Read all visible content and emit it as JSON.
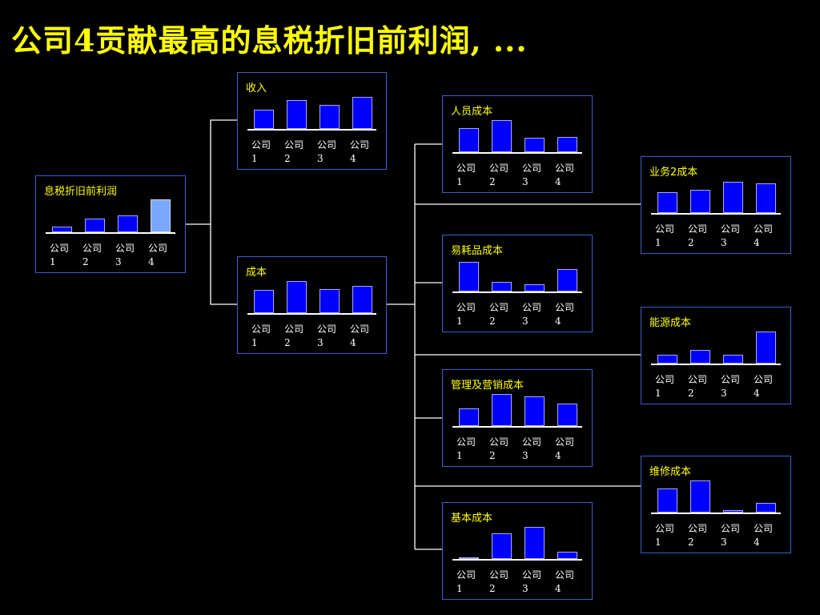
{
  "title": "公司4贡献最高的息税折旧前利润, ...",
  "colors": {
    "background": "#000000",
    "title": "#ffff00",
    "panel_title": "#ffff00",
    "bar": "#0000ff",
    "bar_highlight": "#7aa7ff",
    "panel_border": "#3a5fcd",
    "connector": "#ffffff"
  },
  "panels": [
    {
      "id": "ebitda",
      "title": "息税折旧前利润",
      "highlight": 3,
      "categories": [
        [
          "公司",
          "1"
        ],
        [
          "公司",
          "2"
        ],
        [
          "公司",
          "3"
        ],
        [
          "公司",
          "4"
        ]
      ],
      "values": [
        0.16,
        0.36,
        0.45,
        0.9
      ]
    },
    {
      "id": "revenue",
      "title": "收入",
      "categories": [
        [
          "公司",
          "1"
        ],
        [
          "公司",
          "2"
        ],
        [
          "公司",
          "3"
        ],
        [
          "公司",
          "4"
        ]
      ],
      "values": [
        0.6,
        0.9,
        0.74,
        1.0
      ]
    },
    {
      "id": "cost",
      "title": "成本",
      "categories": [
        [
          "公司",
          "1"
        ],
        [
          "公司",
          "2"
        ],
        [
          "公司",
          "3"
        ],
        [
          "公司",
          "4"
        ]
      ],
      "values": [
        0.72,
        1.0,
        0.74,
        0.85
      ]
    },
    {
      "id": "personnel",
      "title": "人员成本",
      "categories": [
        [
          "公司",
          "1"
        ],
        [
          "公司",
          "2"
        ],
        [
          "公司",
          "3"
        ],
        [
          "公司",
          "4"
        ]
      ],
      "values": [
        0.75,
        1.0,
        0.44,
        0.48
      ]
    },
    {
      "id": "consumables",
      "title": "易耗品成本",
      "categories": [
        [
          "公司",
          "1"
        ],
        [
          "公司",
          "2"
        ],
        [
          "公司",
          "3"
        ],
        [
          "公司",
          "4"
        ]
      ],
      "values": [
        0.92,
        0.3,
        0.22,
        0.7
      ]
    },
    {
      "id": "mgmt_marketing",
      "title": "管理及营销成本",
      "categories": [
        [
          "公司",
          "1"
        ],
        [
          "公司",
          "2"
        ],
        [
          "公司",
          "3"
        ],
        [
          "公司",
          "4"
        ]
      ],
      "values": [
        0.54,
        1.0,
        0.92,
        0.7
      ]
    },
    {
      "id": "base",
      "title": "基本成本",
      "categories": [
        [
          "公司",
          "1"
        ],
        [
          "公司",
          "2"
        ],
        [
          "公司",
          "3"
        ],
        [
          "公司",
          "4"
        ]
      ],
      "values": [
        0.0,
        0.8,
        1.0,
        0.22
      ]
    },
    {
      "id": "business2",
      "title": "业务2成本",
      "categories": [
        [
          "公司",
          "1"
        ],
        [
          "公司",
          "2"
        ],
        [
          "公司",
          "3"
        ],
        [
          "公司",
          "4"
        ]
      ],
      "values": [
        0.65,
        0.72,
        0.97,
        0.92
      ]
    },
    {
      "id": "energy",
      "title": "能源成本",
      "categories": [
        [
          "公司",
          "1"
        ],
        [
          "公司",
          "2"
        ],
        [
          "公司",
          "3"
        ],
        [
          "公司",
          "4"
        ]
      ],
      "values": [
        0.28,
        0.42,
        0.28,
        1.0
      ]
    },
    {
      "id": "maintenance",
      "title": "维修成本",
      "categories": [
        [
          "公司",
          "1"
        ],
        [
          "公司",
          "2"
        ],
        [
          "公司",
          "3"
        ],
        [
          "公司",
          "4"
        ]
      ],
      "values": [
        0.75,
        1.0,
        0.07,
        0.3
      ]
    }
  ]
}
